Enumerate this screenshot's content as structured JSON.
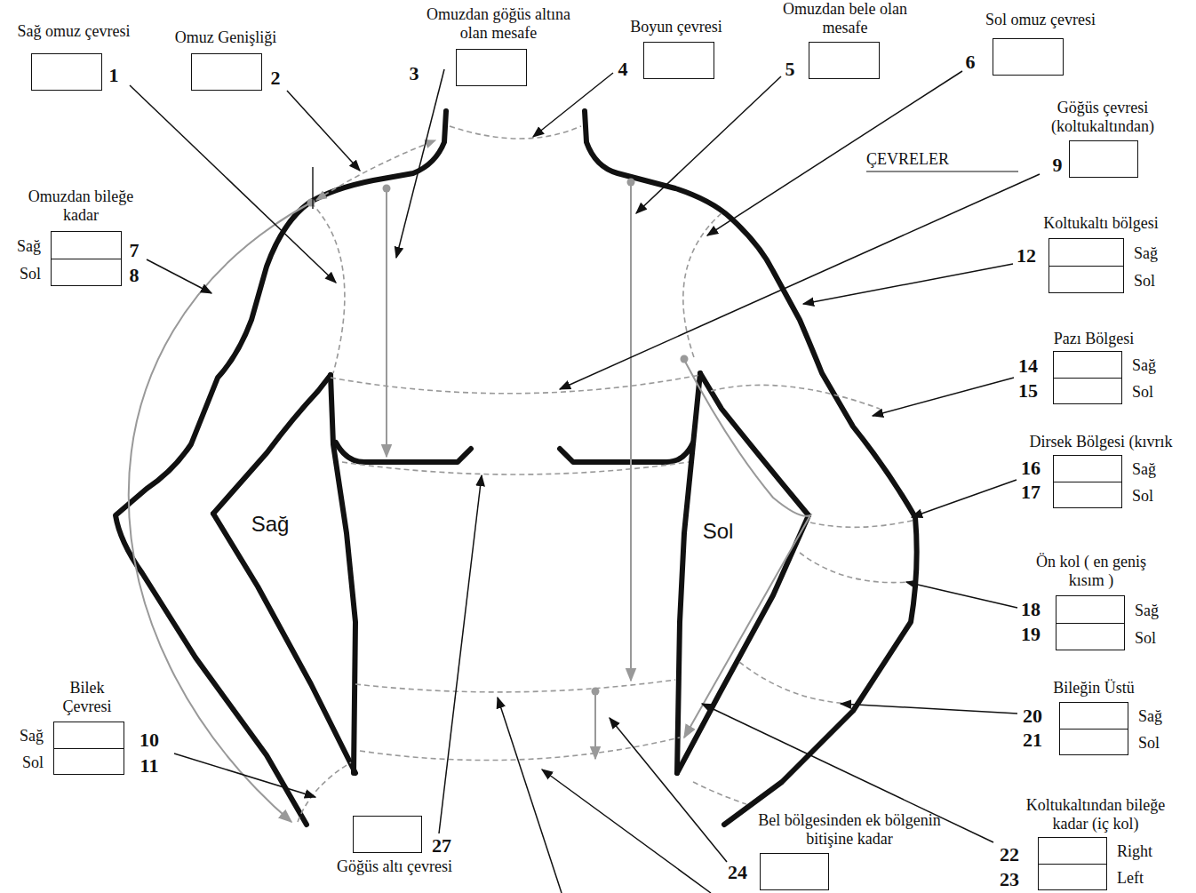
{
  "diagram": {
    "nodes": [
      {
        "text": [
          "Sağ omuz çevresi"
        ]
      },
      {
        "text": [
          "Omuz Genişliği"
        ]
      },
      {
        "text": [
          "Omuzdan göğüs altına olan mesafe"
        ]
      },
      {
        "text": [
          "Boyun çevresi"
        ]
      },
      {
        "text": [
          "Omuzdan bele olan mesafe"
        ]
      },
      {
        "text": [
          "Sol omuz çevresi"
        ]
      },
      {
        "text": [
          "Göğüs çevresi (koltukaltından)"
        ]
      },
      {
        "text": [
          "Omuzdan bileğe kadar",
          "Sağ",
          "Sol"
        ]
      },
      {
        "text": [
          "Koltukaltı bölgesi",
          "Sağ",
          "Sol"
        ]
      },
      {
        "text": [
          "Pazı Bölgesi",
          "Sağ",
          "Sol"
        ]
      },
      {
        "text": [
          "Dirsek Bölgesi (kıvrık",
          "Sağ",
          "Sol"
        ]
      },
      {
        "text": [
          "Ön kol ( en geniş kısım )",
          "Sağ",
          "Sol"
        ]
      },
      {
        "text": [
          "Bileğin Üstü",
          "Sağ",
          "Sol"
        ]
      },
      {
        "text": [
          "Bilek Çevresi",
          "Sağ",
          "Sol"
        ]
      },
      {
        "text": [
          "Göğüs altı çevresi"
        ]
      },
      {
        "text": [
          "Bel bölgesinden ek bölgenin bitişine kadar"
        ]
      },
      {
        "text": [
          "Koltukaltından bileğe kadar (iç kol)",
          "Right",
          "Left"
        ]
      }
    ],
    "labels": [
      "1",
      "2",
      "3",
      "4",
      "5",
      "6",
      "ÇEVRELER",
      "9",
      "7",
      "8",
      "12",
      "14",
      "15",
      "16",
      "17",
      "Sağ",
      "Sol",
      "18",
      "19",
      "20",
      "21",
      "10",
      "11",
      "27",
      "24",
      "22",
      "23"
    ]
  }
}
